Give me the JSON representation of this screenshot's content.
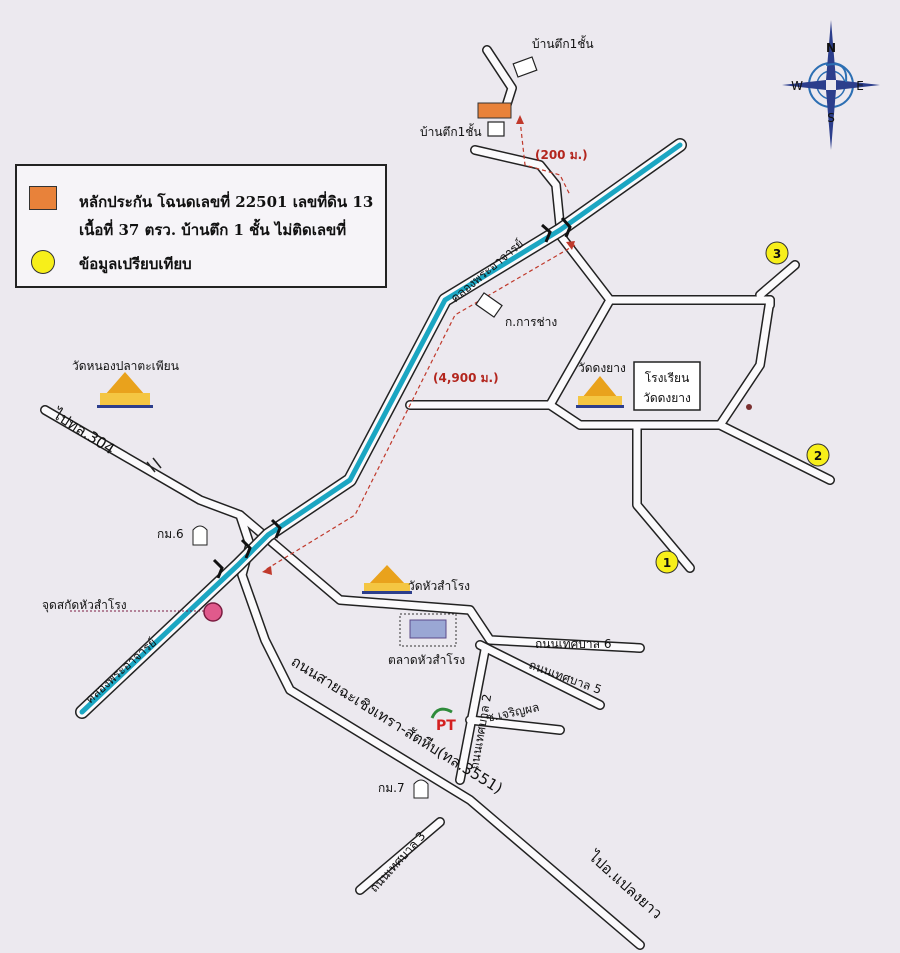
{
  "legend": {
    "collateral_line1": "หลักประกัน โฉนดเลขที่ 22501 เลขที่ดิน 13",
    "collateral_line2": "เนื้อที่ 37  ตรว. บ้านตึก 1 ชั้น ไม่ติดเลขที่",
    "comparison": "ข้อมูลเปรียบเทียบ",
    "collateral_color": "#e8823a",
    "comparison_color": "#f7ef1a"
  },
  "compass": {
    "n": "N",
    "e": "E",
    "s": "S",
    "w": "W"
  },
  "labels": {
    "house_top": "บ้านตึก1ชั้น",
    "house_left": "บ้านตึก1ชั้น",
    "dist_200": "(200 ม.)",
    "dist_4900": "(4,900 ม.)",
    "dept": "ก.การช่าง",
    "wat_dong_yang": "วัดดงยาง",
    "school_line1": "โรงเรียน",
    "school_line2": "วัดดงยาง",
    "wat_nong_pla": "วัดหนองปลาตะเพียน",
    "to_304": "ไปทล.304",
    "km6": "กม.6",
    "km7": "กม.7",
    "wat_hua_samrong": "วัดหัวสำโรง",
    "checkpoint": "จุดสกัดหัวสำโรง",
    "market": "ตลาดหัวสำโรง",
    "main_road": "ถนนสายฉะเชิงเทรา-สัตหีบ(ทล.3551)",
    "to_plaeng_yao": "ไปอ.แปลงยาว",
    "canal_upper": "คลองพระอาจารย์",
    "canal_lower": "คลองพระอาจารย์",
    "tes6": "ถนนเทศบาล 6",
    "tes5": "ถนนเทศบาล 5",
    "tes2": "ถนนเทศบาล 2",
    "tes3": "ถนนเทศบาล 3",
    "charoen": "ซ.เจริญผล",
    "pt_logo": "PT"
  },
  "comparison_points": [
    "1",
    "2",
    "3"
  ]
}
